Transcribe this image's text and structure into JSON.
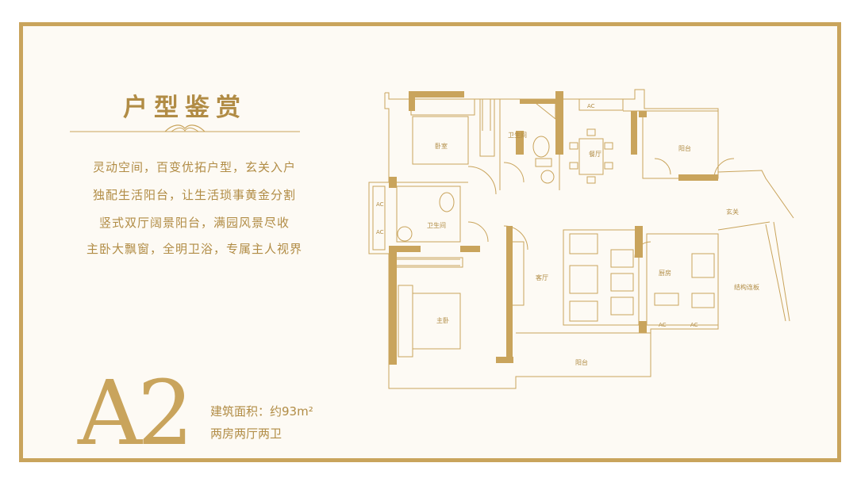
{
  "header": {
    "title": "户型鉴赏"
  },
  "description": [
    "灵动空间，百变优拓户型，玄关入户",
    "独配生活阳台，让生活琐事黄金分割",
    "竖式双厅阔景阳台，满园风景尽收",
    "主卧大飘窗，全明卫浴，专属主人视界"
  ],
  "unit": {
    "code": "A2",
    "area_label": "建筑面积：约93m²",
    "layout_label": "两房两厅两卫"
  },
  "floorplan": {
    "rooms": {
      "bedroom": "卧室",
      "bathroom_1": "卫生间",
      "bathroom_2": "卫生间",
      "dining": "餐厅",
      "balcony_1": "阳台",
      "entrance": "玄关",
      "living": "客厅",
      "kitchen": "厨房",
      "structure_slab": "结构连板",
      "master_bedroom": "主卧",
      "balcony_2": "阳台"
    },
    "ac": [
      "AC",
      "AC",
      "AC",
      "AC",
      "AC"
    ]
  },
  "colors": {
    "border": "#c9a45c",
    "text": "#b18c45",
    "background": "#fdfaf4"
  }
}
